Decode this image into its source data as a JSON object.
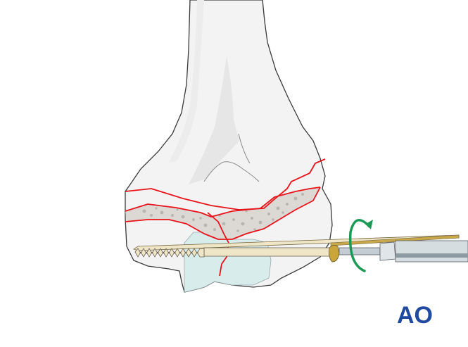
{
  "illustration": {
    "subject": "distal humerus intra-articular fracture",
    "elements": [
      "humerus",
      "fracture-lines",
      "cancellous-bone-zone",
      "trochlea-cartilage",
      "kirschner-wire",
      "lag-screw",
      "screwdriver",
      "rotation-arrow"
    ]
  },
  "colors": {
    "bone": "#f3f3f3",
    "bone_shadow": "#e4e4e4",
    "bone_outline": "#3a3a3a",
    "fracture": "#e8141c",
    "cancellous": "#dcd9d4",
    "cancellous_dots": "#b9b5b0",
    "cartilage": "#d8ecec",
    "screw": "#efe6c8",
    "screw_head": "#c9a53a",
    "wire": "#c8a84a",
    "driver": "#c3cdd3",
    "driver_dark": "#8e9aa2",
    "arrow": "#1a9a55",
    "logo": "#1f4aa0"
  },
  "logo": {
    "text": "AO"
  }
}
